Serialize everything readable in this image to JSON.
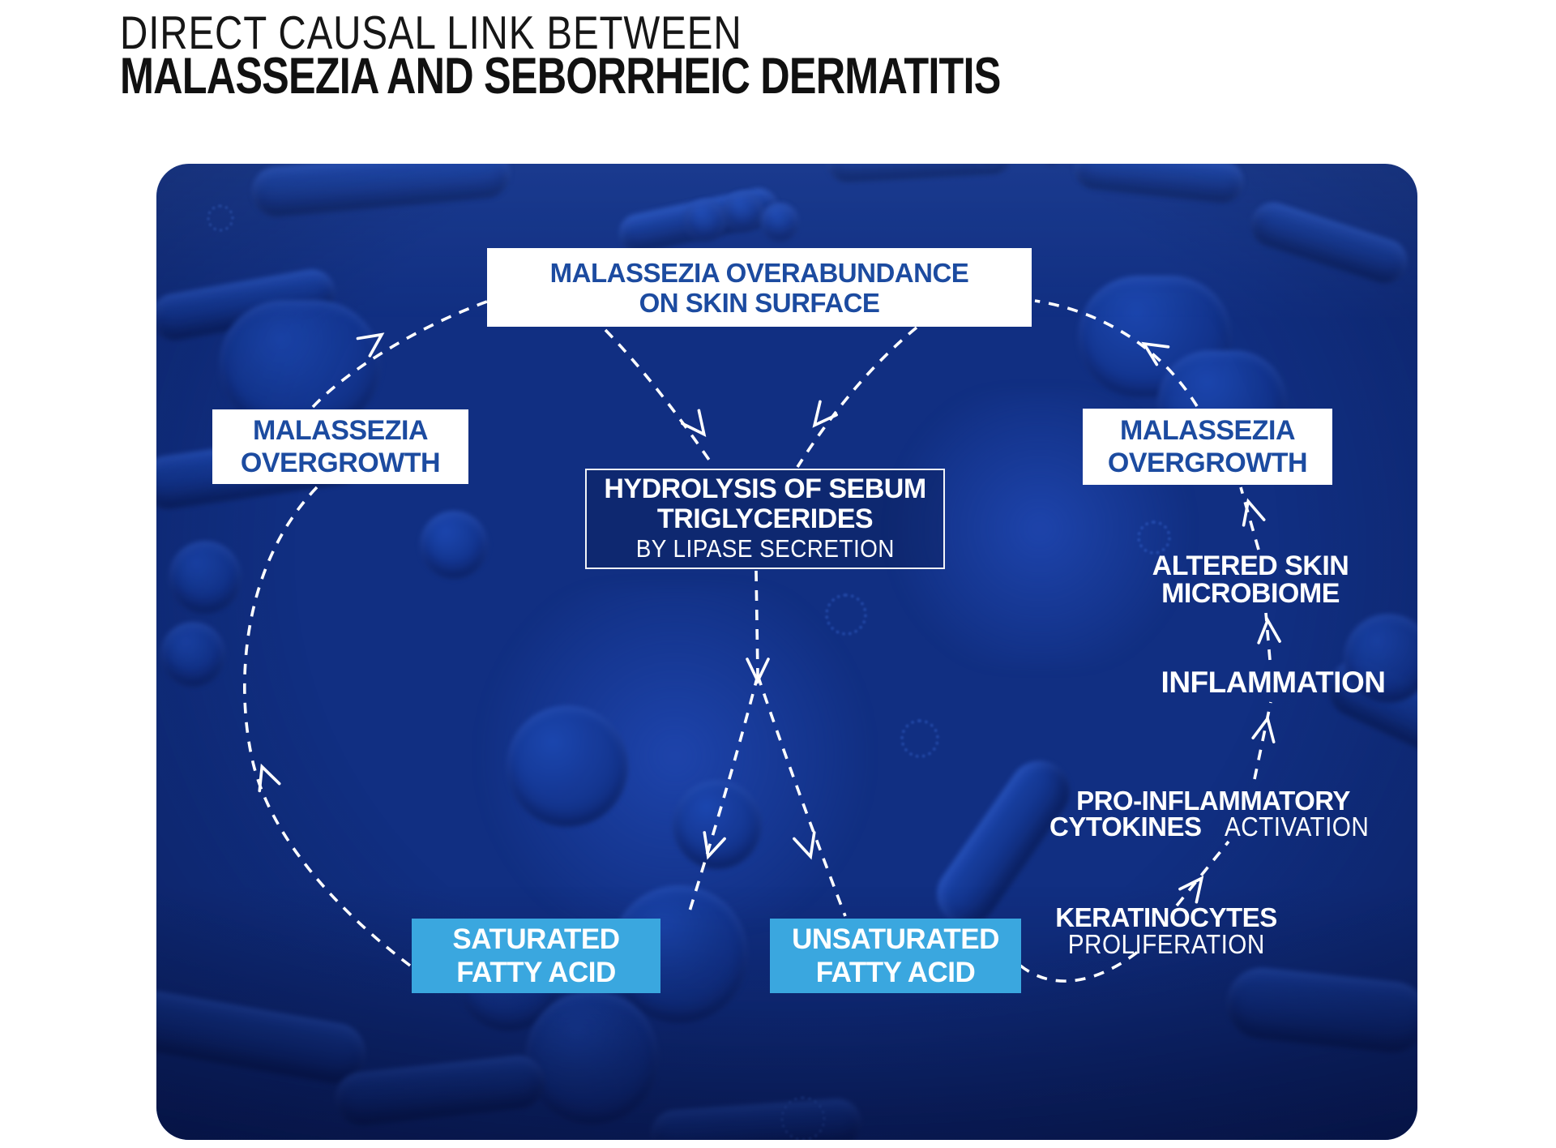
{
  "title": {
    "line1": "DIRECT CAUSAL LINK BETWEEN",
    "line2": "MALASSEZIA AND SEBORRHEIC DERMATITIS"
  },
  "diagram": {
    "nodes": {
      "overabundance": {
        "line1": "MALASSEZIA OVERABUNDANCE",
        "line2": "ON SKIN SURFACE"
      },
      "overgrowth_left": {
        "line1": "MALASSEZIA",
        "line2": "OVERGROWTH"
      },
      "overgrowth_right": {
        "line1": "MALASSEZIA",
        "line2": "OVERGROWTH"
      },
      "hydrolysis": {
        "line1": "HYDROLYSIS OF SEBUM",
        "line2": "TRIGLYCERIDES",
        "line3": "BY LIPASE SECRETION"
      },
      "saturated": {
        "line1": "SATURATED",
        "line2": "FATTY ACID"
      },
      "unsaturated": {
        "line1": "UNSATURATED",
        "line2": "FATTY ACID"
      },
      "altered_microbiome": {
        "line1": "ALTERED SKIN",
        "line2": "MICROBIOME"
      },
      "inflammation": {
        "line1": "INFLAMMATION"
      },
      "cytokines": {
        "line1": "PRO-INFLAMMATORY",
        "line2_bold": "CYTOKINES",
        "line2_light": "ACTIVATION"
      },
      "keratinocytes": {
        "line1": "KERATINOCYTES",
        "line2": "PROLIFERATION"
      }
    },
    "colors": {
      "panel_background": "#112F82",
      "node_text_blue": "#1C4BA0",
      "accent_light_blue": "#3AA7DF",
      "arrow_white": "#FFFFFF",
      "title_text": "#161616"
    }
  }
}
